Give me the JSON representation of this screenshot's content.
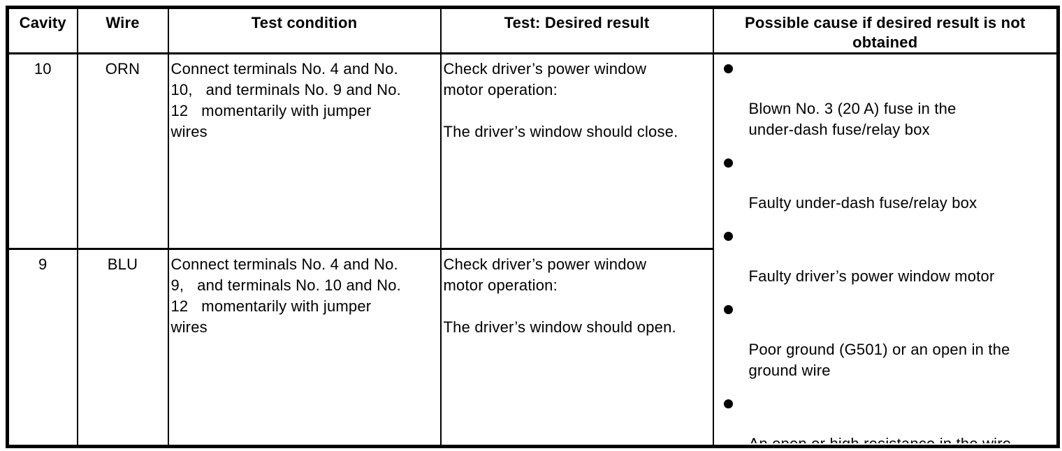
{
  "table": {
    "columns": [
      {
        "label": "Cavity"
      },
      {
        "label": "Wire"
      },
      {
        "label": "Test condition"
      },
      {
        "label": "Test: Desired result"
      },
      {
        "label": "Possible cause if desired result is not obtained"
      }
    ],
    "rows": [
      {
        "cavity": "10",
        "wire": "ORN",
        "test_condition": "Connect terminals No. 4 and No.\n10,   and terminals No. 9 and No.\n12   momentarily with jumper\nwires",
        "desired_result": "Check driver’s power window\nmotor operation:\n\nThe driver’s window should close."
      },
      {
        "cavity": "9",
        "wire": "BLU",
        "test_condition": "Connect terminals No. 4 and No.\n9,   and terminals No. 10 and No.\n12   momentarily with jumper\nwires",
        "desired_result": "Check driver’s power window\nmotor operation:\n\nThe driver’s window should open."
      }
    ],
    "possible_causes": [
      {
        "text": "Blown No. 3 (20 A) fuse in the\nunder-dash fuse/relay box"
      },
      {
        "text": "Faulty under-dash fuse/relay box"
      },
      {
        "text": "Faulty driver’s power window motor"
      },
      {
        "text": "Poor ground (G501) or an open in the\nground wire"
      },
      {
        "text": "An open or high resistance in the wire"
      }
    ],
    "colors": {
      "text": "#000000",
      "border": "#000000",
      "background": "#ffffff"
    }
  }
}
